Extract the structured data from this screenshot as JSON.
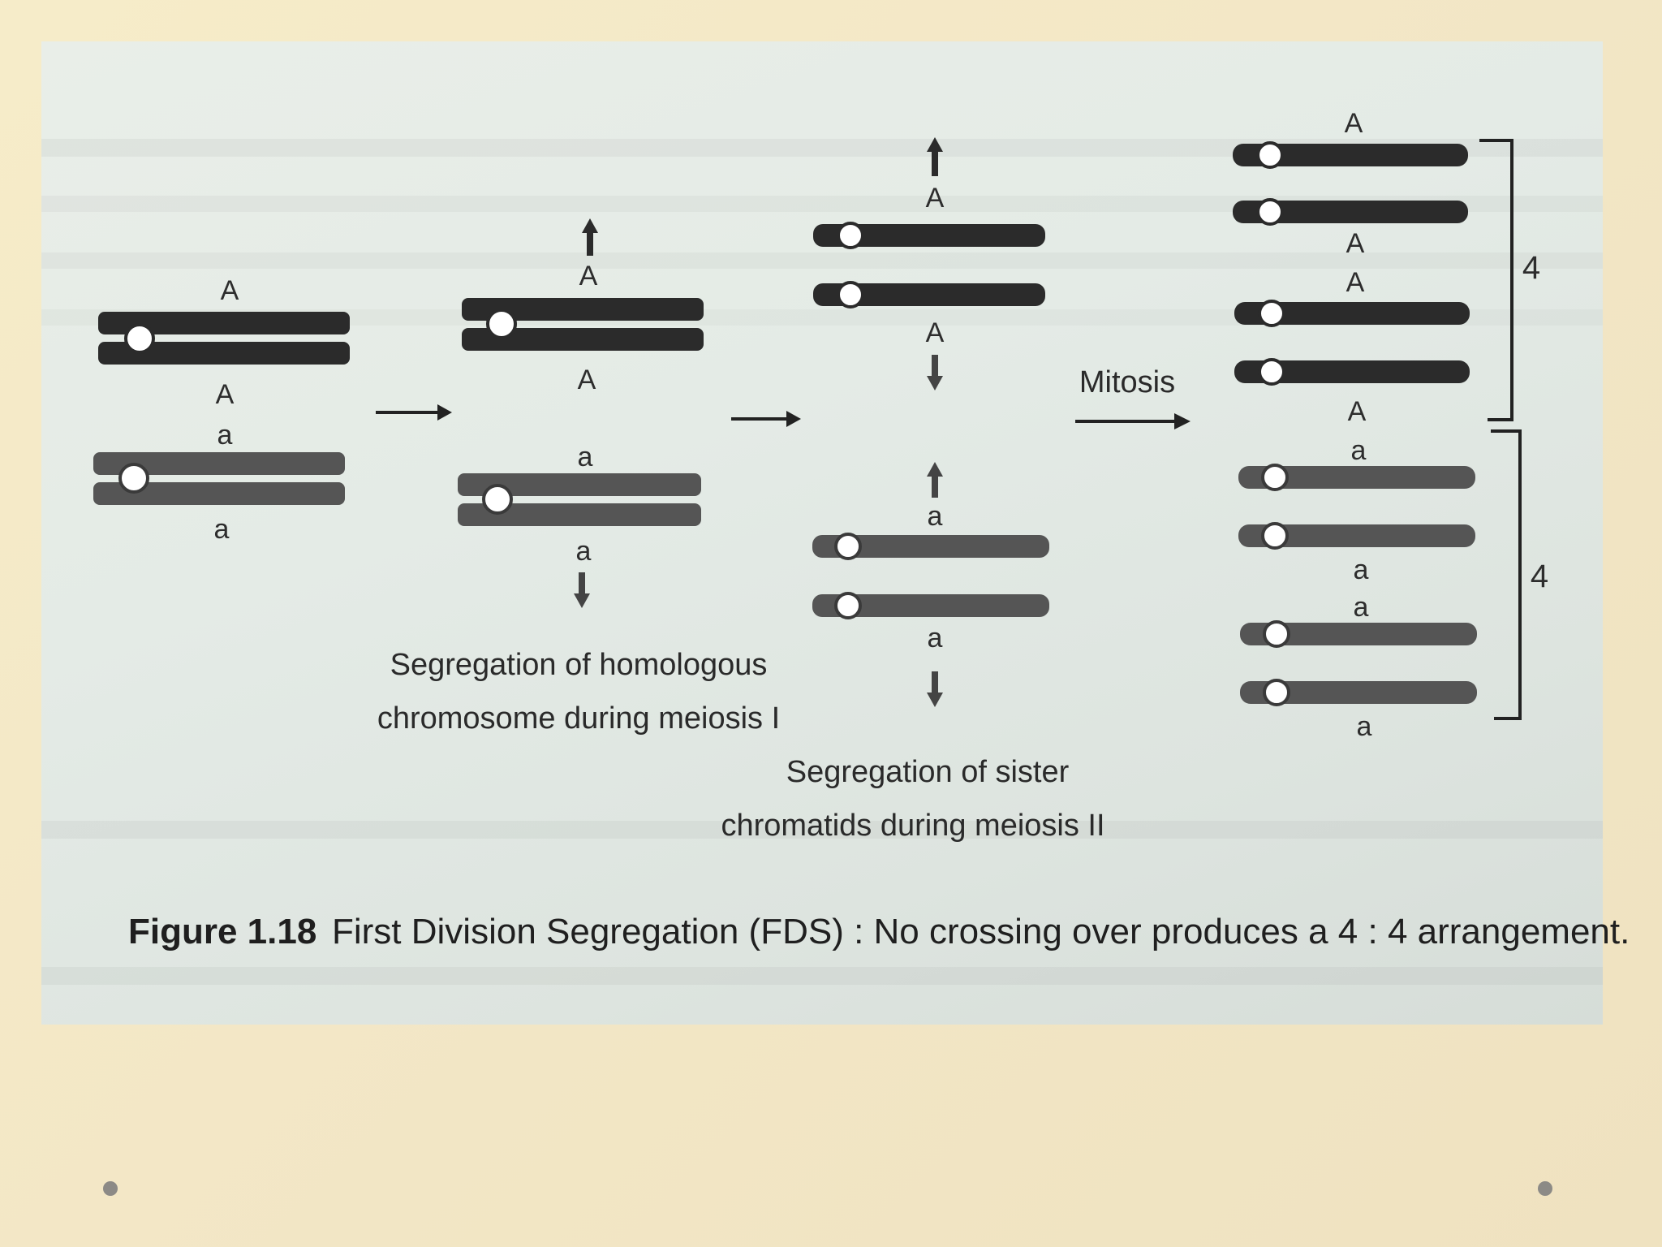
{
  "figure": {
    "caption_number": "Figure 1.18",
    "caption_text": "First Division Segregation (FDS) : No crossing over produces a 4 : 4 arrangement.",
    "stage_captions": {
      "meiosis1_line1": "Segregation of homologous",
      "meiosis1_line2": "chromosome during meiosis I",
      "meiosis2_line1": "Segregation of sister",
      "meiosis2_line2": "chromatids during meiosis II",
      "mitosis": "Mitosis"
    },
    "stage1_labels": [
      "A",
      "A",
      "a",
      "a"
    ],
    "stage2_labels": [
      "A",
      "A",
      "a",
      "a"
    ],
    "stage3_labels": [
      "A",
      "A",
      "a",
      "a"
    ],
    "stage4_labels": [
      "A",
      "A",
      "A",
      "A",
      "a",
      "a",
      "a",
      "a"
    ],
    "group_counts": [
      "4",
      "4"
    ],
    "colors": {
      "dominant_chromosome": "#2b2b2b",
      "recessive_chromosome": "#5a5a5a",
      "centromere": "#ffffff"
    }
  }
}
